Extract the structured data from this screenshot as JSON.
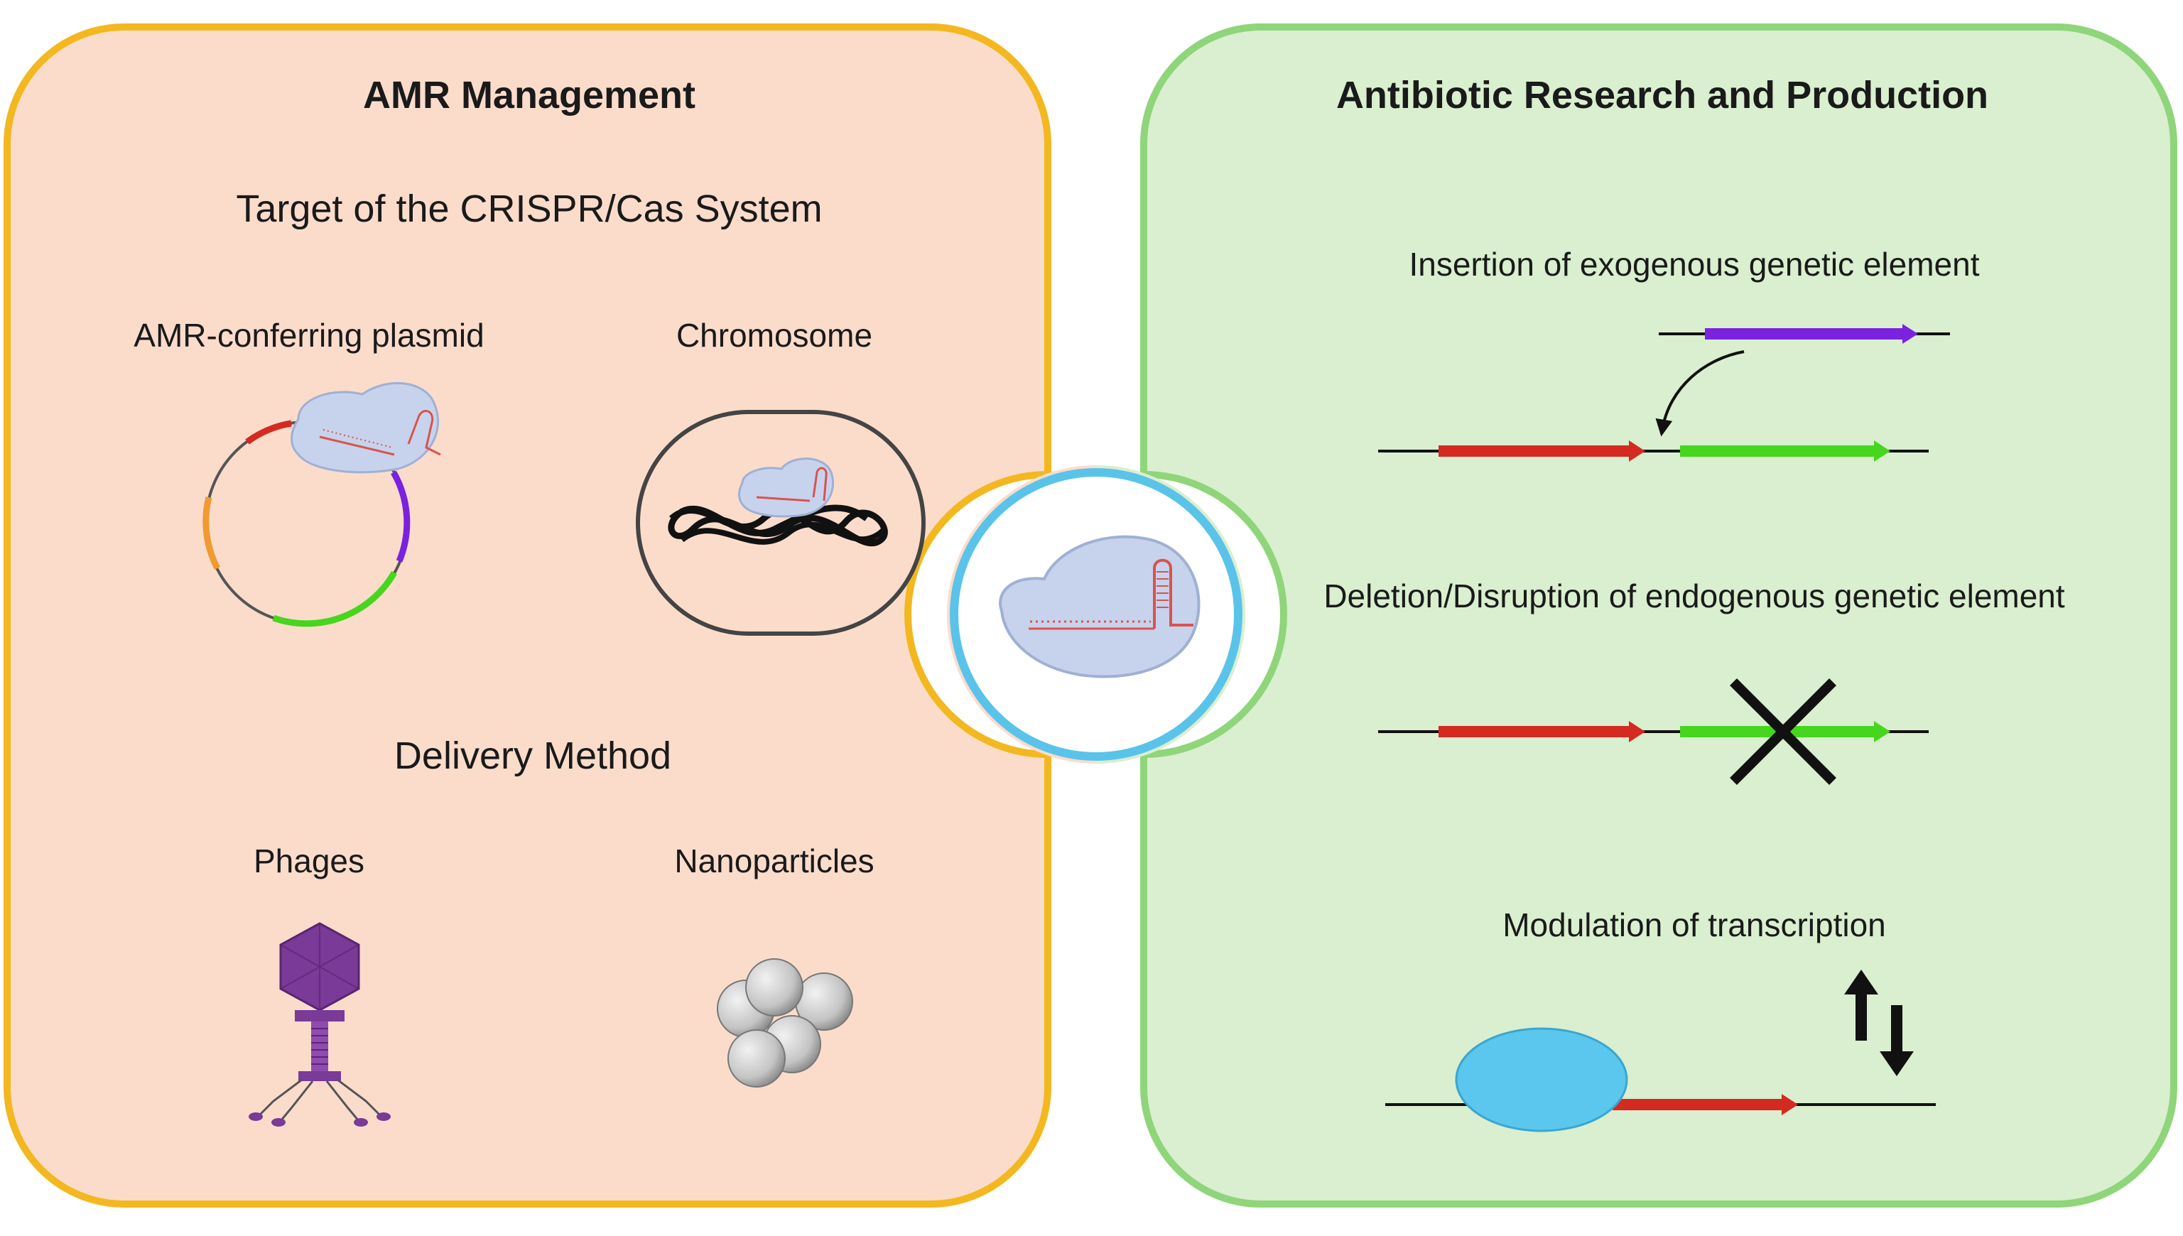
{
  "left_panel": {
    "title": "AMR Management",
    "target_heading": "Target of the CRISPR/Cas System",
    "plasmid_label": "AMR-conferring plasmid",
    "chromosome_label": "Chromosome",
    "delivery_heading": "Delivery Method",
    "phages_label": "Phages",
    "nanoparticles_label": "Nanoparticles"
  },
  "right_panel": {
    "title": "Antibiotic Research and Production",
    "insertion_label": "Insertion of exogenous genetic element",
    "deletion_label": "Deletion/Disruption of endogenous genetic element",
    "modulation_label": "Modulation of transcription"
  },
  "colors": {
    "left_fill": "#fbdccb",
    "left_border": "#f3b81f",
    "right_fill": "#d9efcf",
    "right_border": "#8fd57a",
    "center_ring": "#5ac3ea",
    "cas_protein": "#c7d3ec",
    "guide_rna": "#d9534f",
    "gene_red": "#d42a22",
    "gene_green": "#46d61d",
    "gene_purple": "#7a22df",
    "promoter_blue": "#5cc7ee",
    "phage_purple": "#7a3a97",
    "nanoparticle_grey": "#c9c9c9"
  }
}
